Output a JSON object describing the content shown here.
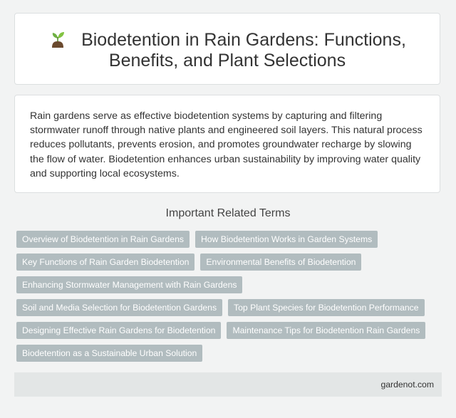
{
  "header": {
    "icon": "seedling-icon",
    "title_line1": "Biodetention in Rain Gardens: Functions,",
    "title_line2": "Benefits, and Plant Selections"
  },
  "description": "Rain gardens serve as effective biodetention systems by capturing and filtering stormwater runoff through native plants and engineered soil layers. This natural process reduces pollutants, prevents erosion, and promotes groundwater recharge by slowing the flow of water. Biodetention enhances urban sustainability by improving water quality and supporting local ecosystems.",
  "terms": {
    "heading": "Important Related Terms",
    "items": [
      "Overview of Biodetention in Rain Gardens",
      "How Biodetention Works in Garden Systems",
      "Key Functions of Rain Garden Biodetention",
      "Environmental Benefits of Biodetention",
      "Enhancing Stormwater Management with Rain Gardens",
      "Soil and Media Selection for Biodetention Gardens",
      "Top Plant Species for Biodetention Performance",
      "Designing Effective Rain Gardens for Biodetention",
      "Maintenance Tips for Biodetention Rain Gardens",
      "Biodetention as a Sustainable Urban Solution"
    ]
  },
  "footer": {
    "site": "gardenot.com"
  },
  "colors": {
    "background": "#f2f3f3",
    "card": "#ffffff",
    "tag": "#b1bcbf",
    "footer": "#e3e6e6"
  }
}
